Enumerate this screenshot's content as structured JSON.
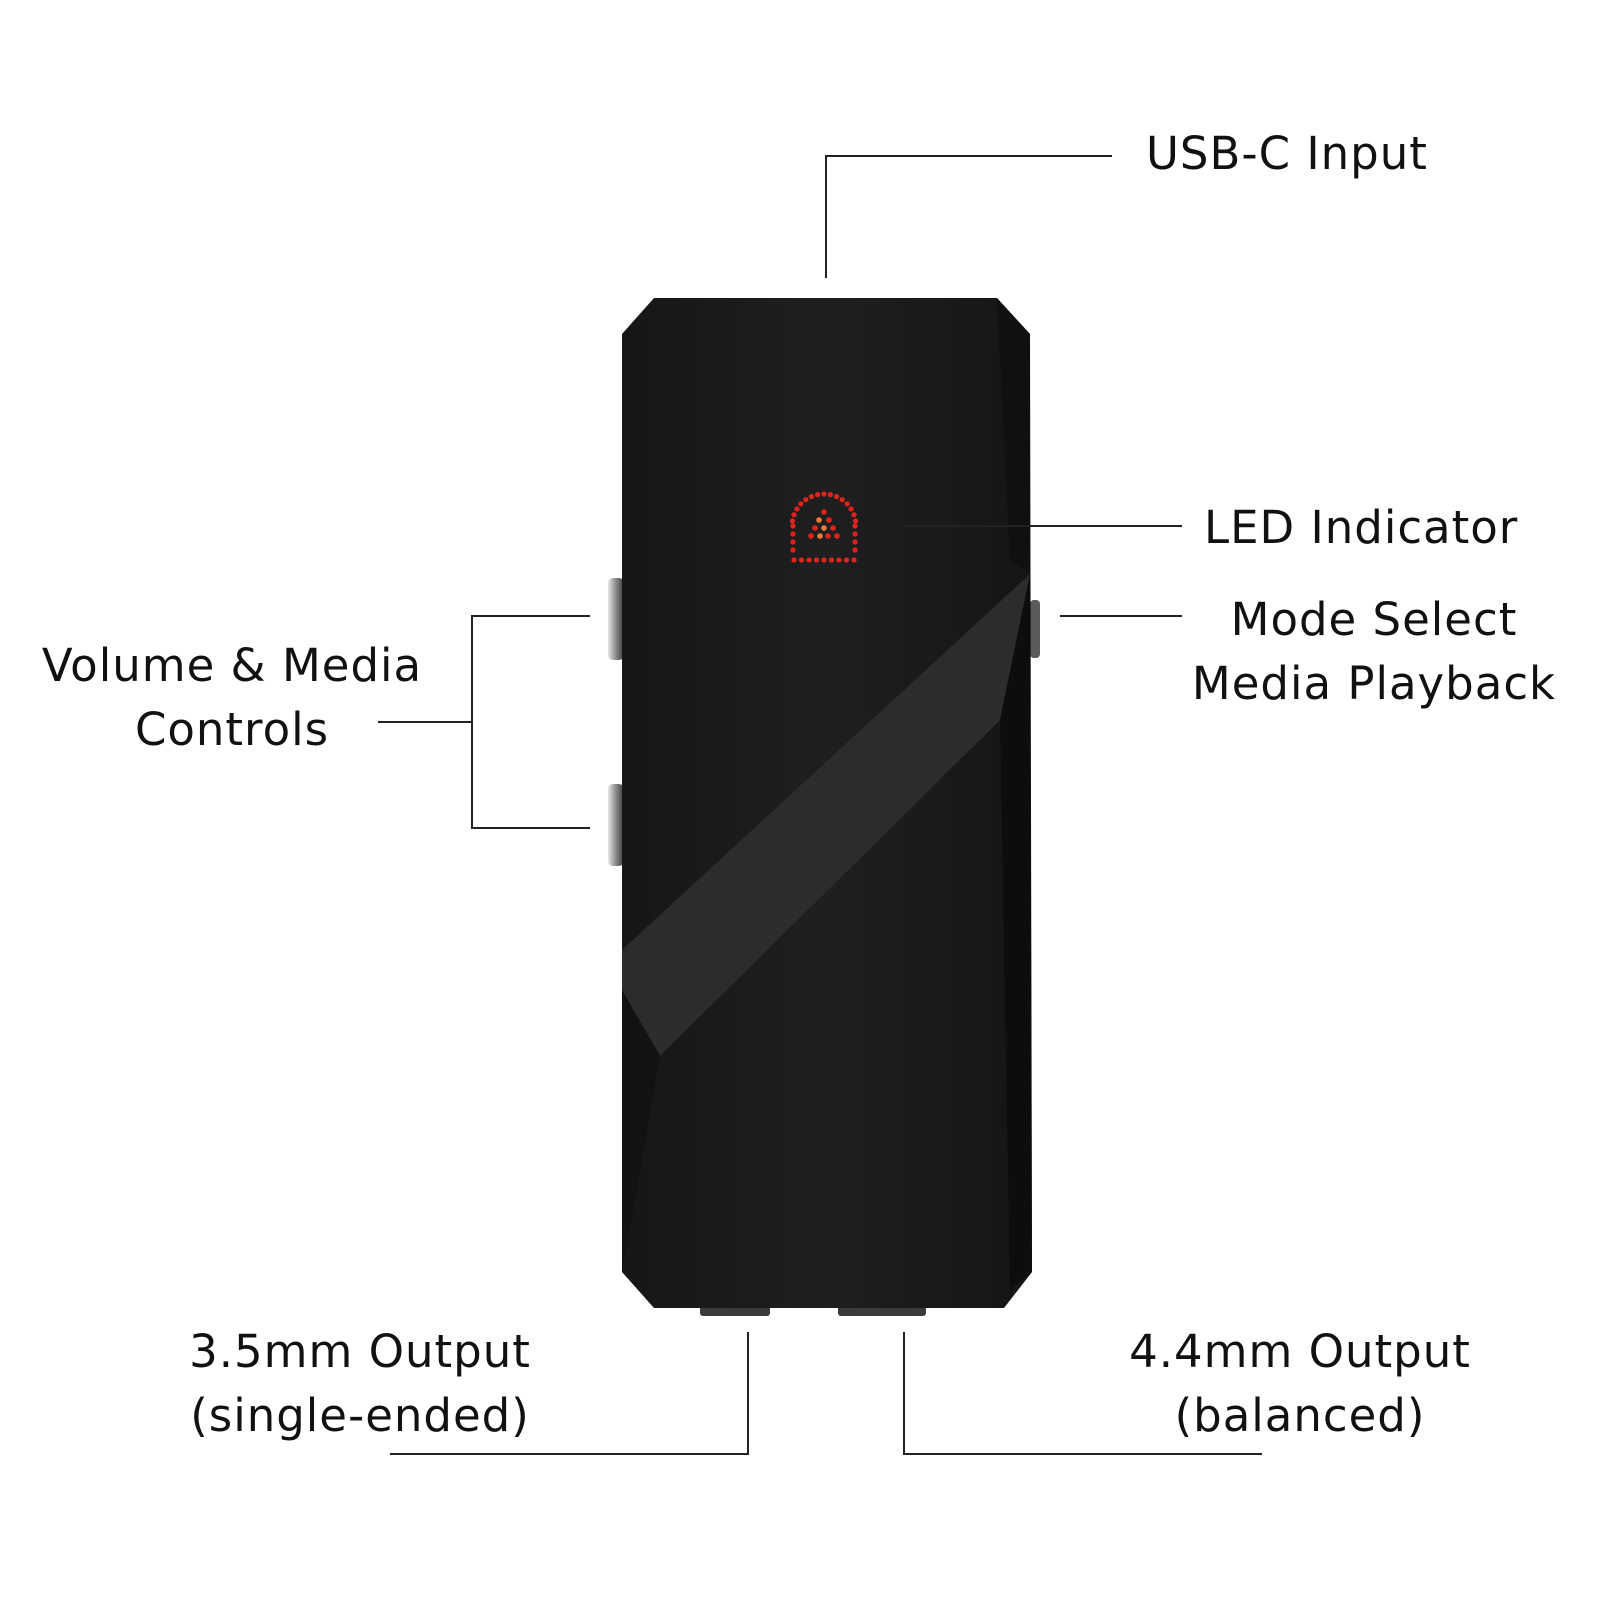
{
  "labels": {
    "usb_c": "USB-C Input",
    "led": "LED Indicator",
    "mode_line1": "Mode Select",
    "mode_line2": "Media Playback",
    "volume_line1": "Volume & Media",
    "volume_line2": "Controls",
    "out35_line1": "3.5mm Output",
    "out35_line2": "(single-ended)",
    "out44_line1": "4.4mm Output",
    "out44_line2": "(balanced)"
  },
  "colors": {
    "background": "#ffffff",
    "text": "#111111",
    "leader_line": "#222222",
    "device_body": "#1c1c1c",
    "device_band": "#2a2a2a",
    "led_red": "#e0241c",
    "led_orange": "#f07a3a",
    "button_metal": "#b8b8b8"
  },
  "icons": {
    "logo": "headphone-logo-icon"
  }
}
